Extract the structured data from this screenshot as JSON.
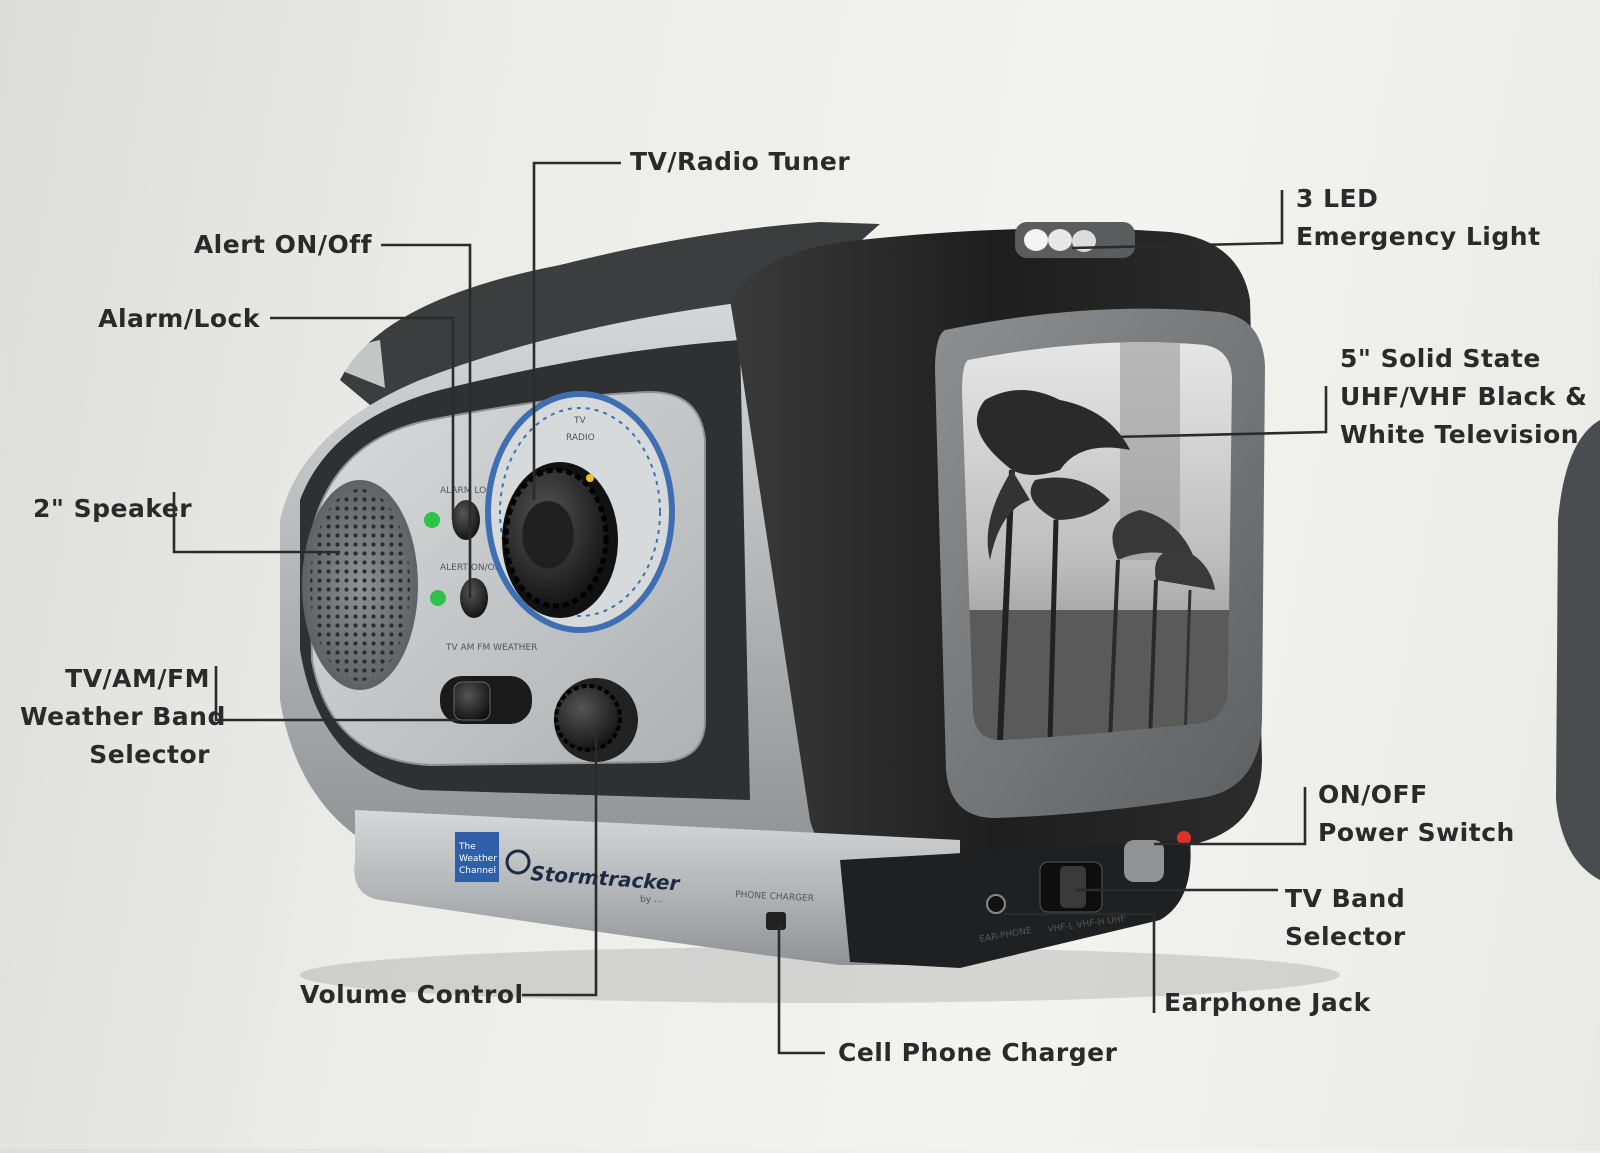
{
  "product": {
    "brand_badge": [
      "The",
      "Weather",
      "Channel"
    ],
    "model_name": "Stormtracker",
    "maker": "by ...",
    "panel_labels": {
      "tv_radio": [
        "TV",
        "RADIO"
      ],
      "alarm_lock": "ALARM LOCK",
      "alert_on_off": "ALERT ON/OFF",
      "band_row": "TV  AM  FM WEATHER",
      "phone_charger": "PHONE CHARGER",
      "earphone": "EAR-PHONE",
      "band_switch": "VHF-L VHF-H UHF"
    }
  },
  "callouts": {
    "tv_radio_tuner": "TV/Radio Tuner",
    "alert_on_off": "Alert ON/Off",
    "alarm_lock": "Alarm/Lock",
    "speaker": "2\" Speaker",
    "band_selector": [
      "TV/AM/FM",
      "Weather Band",
      "Selector"
    ],
    "volume_control": "Volume Control",
    "cell_phone_charger": "Cell Phone Charger",
    "earphone_jack": "Earphone Jack",
    "tv_band_selector": [
      "TV Band",
      "Selector"
    ],
    "power_switch": [
      "ON/OFF",
      "Power Switch"
    ],
    "screen": [
      "5\" Solid State",
      "UHF/VHF Black &",
      "White Television"
    ],
    "led_light": [
      "3 LED",
      "Emergency Light"
    ]
  },
  "colors": {
    "body_dark": "#262626",
    "body_silver": "#a9adaf",
    "panel_silver": "#c7cacb",
    "dial_blue": "#3f6fb3",
    "led_green": "#2fc24a",
    "power_red": "#e0302a",
    "label_text": "#2a2a2a"
  }
}
